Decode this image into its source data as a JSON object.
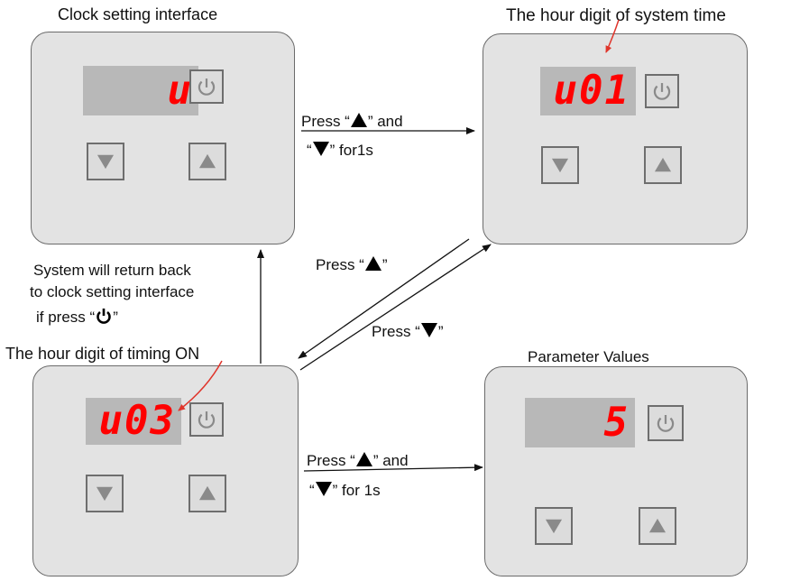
{
  "titles": {
    "clock": "Clock  setting interface",
    "hour_system": "The hour digit of system time",
    "hour_timing": "The hour digit of timing ON",
    "params": "Parameter Values"
  },
  "displays": {
    "clock": "u",
    "hour_system": "u01",
    "hour_timing": "u03",
    "params": "5"
  },
  "labels": {
    "press_up_and_1": "Press “",
    "press_up_and_2": "” and",
    "press_down_1s_1": "“",
    "press_down_1s_2": "” for1s",
    "press_down_1s_b2": "” for 1s",
    "press_up_1": "Press “",
    "press_up_2": "”",
    "press_down_1": "Press “",
    "press_down_2": "”",
    "return_line1": "System will return back",
    "return_line2": "to clock setting interface",
    "return_line3_a": "if press “",
    "return_line3_b": "”"
  },
  "colors": {
    "panel": "#e3e3e3",
    "display_bg": "#b8b8b8",
    "digit": "#ff0000",
    "button_icon": "#8a8a8a",
    "arrow_red": "#e0352b"
  },
  "icons": [
    "power-icon",
    "down-triangle-icon",
    "up-triangle-icon"
  ]
}
